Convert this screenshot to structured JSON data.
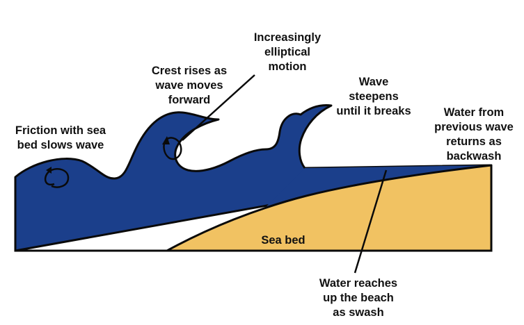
{
  "colors": {
    "water": "#1b3f8b",
    "sand": "#f1c262",
    "outline": "#0a0a0a",
    "text": "#111111"
  },
  "labels": {
    "friction": [
      "Friction with sea",
      "bed slows wave"
    ],
    "crest": [
      "Crest rises as",
      "wave moves",
      "forward"
    ],
    "elliptical": [
      "Increasingly",
      "elliptical",
      "motion"
    ],
    "steepens": [
      "Wave",
      "steepens",
      "until it breaks"
    ],
    "backwash": [
      "Water from",
      "previous wave",
      "returns as",
      "backwash"
    ],
    "seabed": "Sea bed",
    "swash": [
      "Water reaches",
      "up the beach",
      "as swash"
    ]
  },
  "icons": [
    "circular-motion-arrow-icon",
    "elliptical-motion-arrow-icon"
  ]
}
